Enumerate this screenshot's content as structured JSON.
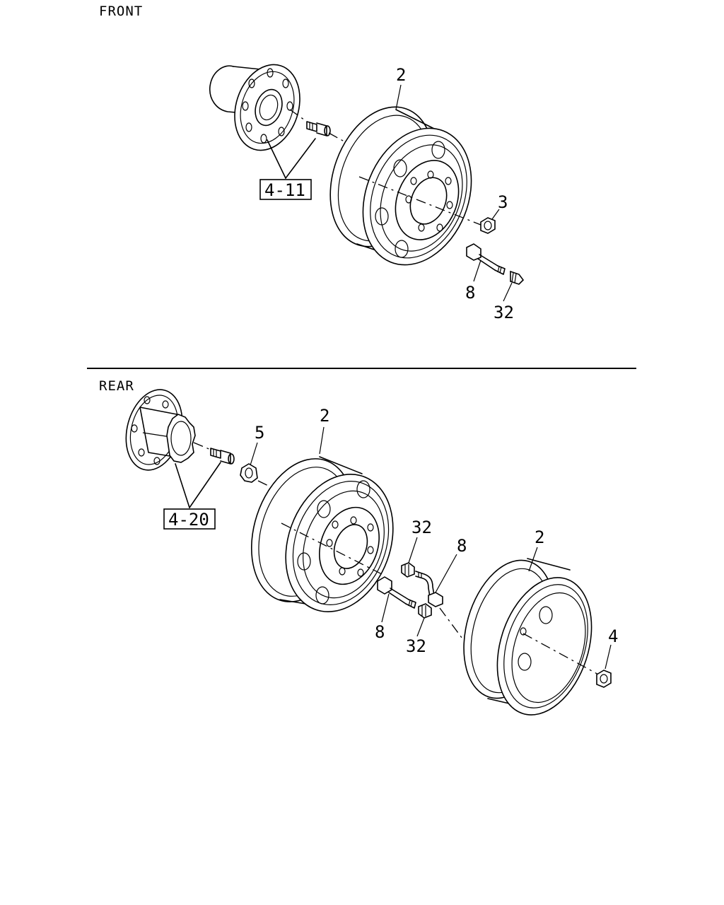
{
  "sections": {
    "front": "FRONT",
    "rear": "REAR"
  },
  "callouts": {
    "front_rim": "2",
    "front_hub_ref": "4-11",
    "front_nut": "3",
    "front_valve": "8",
    "front_valve_cap": "32",
    "rear_rim_inner": "2",
    "rear_hub_ref": "4-20",
    "rear_inner_nut": "5",
    "rear_valve_cap_upper": "32",
    "rear_valve_ext": "8",
    "rear_valve_lower": "8",
    "rear_valve_cap_lower": "32",
    "rear_rim_outer": "2",
    "rear_outer_nut": "4"
  }
}
